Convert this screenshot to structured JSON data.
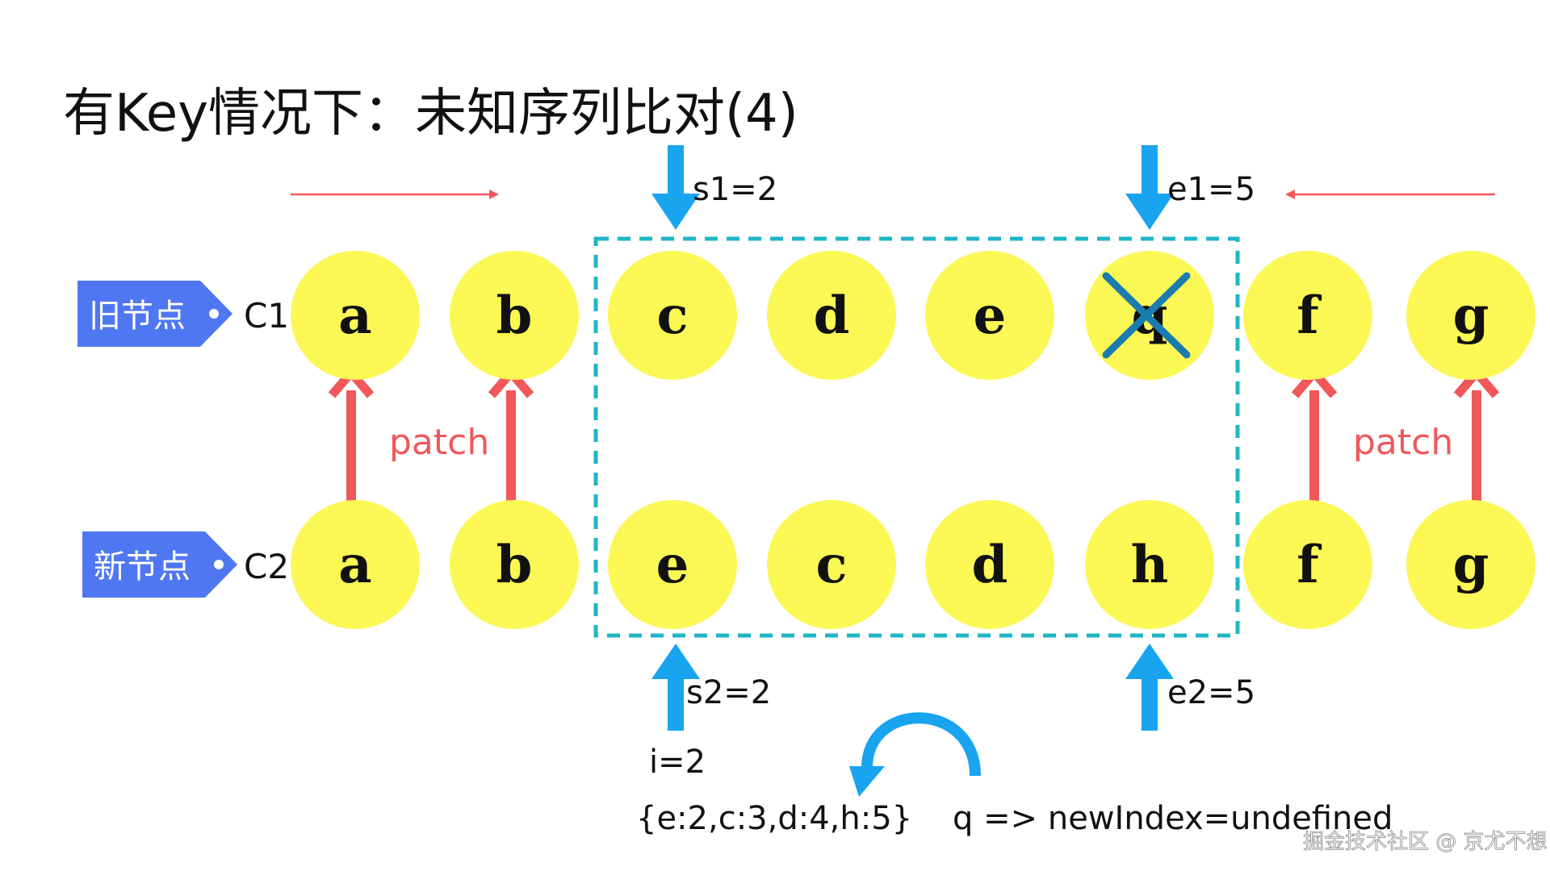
{
  "title": "有Key情况下：未知序列比对(4)",
  "old_tag": {
    "label": "旧节点",
    "row_label": "C1"
  },
  "new_tag": {
    "label": "新节点",
    "row_label": "C2"
  },
  "old_nodes": [
    "a",
    "b",
    "c",
    "d",
    "e",
    "q",
    "f",
    "g"
  ],
  "new_nodes": [
    "a",
    "b",
    "e",
    "c",
    "d",
    "h",
    "f",
    "g"
  ],
  "removed_old_node": "q",
  "pointers": {
    "s1": "s1=2",
    "e1": "e1=5",
    "s2": "s2=2",
    "e2": "e2=5"
  },
  "patch_left": "patch",
  "patch_right": "patch",
  "index_label": "i=2",
  "key_map": "{e:2,c:3,d:4,h:5}",
  "lookup_result": "q => newIndex=undefined",
  "watermark": "掘金技术社区 @ 京尤不想",
  "colors": {
    "node_fill": "#fbf855",
    "pointer_blue": "#19a4f0",
    "patch_red": "#f0585a",
    "dashed_box": "#1fb6c6",
    "tag_blue": "#5077f2",
    "cross": "#1a7cae"
  }
}
